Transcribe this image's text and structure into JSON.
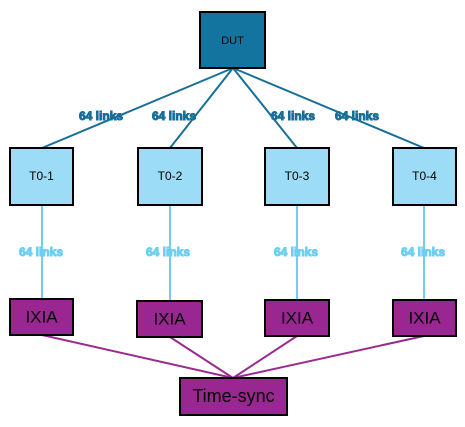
{
  "colors": {
    "dut_fill": "#1474a0",
    "t0_fill": "#9ddcf6",
    "ixia_fill": "#992691",
    "timesync_fill": "#992691",
    "dut_link": "#186f98",
    "t0_link": "#6ecff2",
    "timesync_link": "#9c2a90",
    "dut_label": "#186f98",
    "t0_label": "#6ecff2",
    "border": "#000000"
  },
  "dut": {
    "label": "DUT"
  },
  "t0_switches": [
    {
      "label": "T0-1"
    },
    {
      "label": "T0-2"
    },
    {
      "label": "T0-3"
    },
    {
      "label": "T0-4"
    }
  ],
  "ixia": [
    {
      "label": "IXIA"
    },
    {
      "label": "IXIA"
    },
    {
      "label": "IXIA"
    },
    {
      "label": "IXIA"
    }
  ],
  "timesync": {
    "label": "Time-sync"
  },
  "dut_links": [
    {
      "label": "64 links"
    },
    {
      "label": "64 links"
    },
    {
      "label": "64 links"
    },
    {
      "label": "64 links"
    }
  ],
  "t0_links": [
    {
      "label": "64 links"
    },
    {
      "label": "64 links"
    },
    {
      "label": "64 links"
    },
    {
      "label": "64 links"
    }
  ]
}
